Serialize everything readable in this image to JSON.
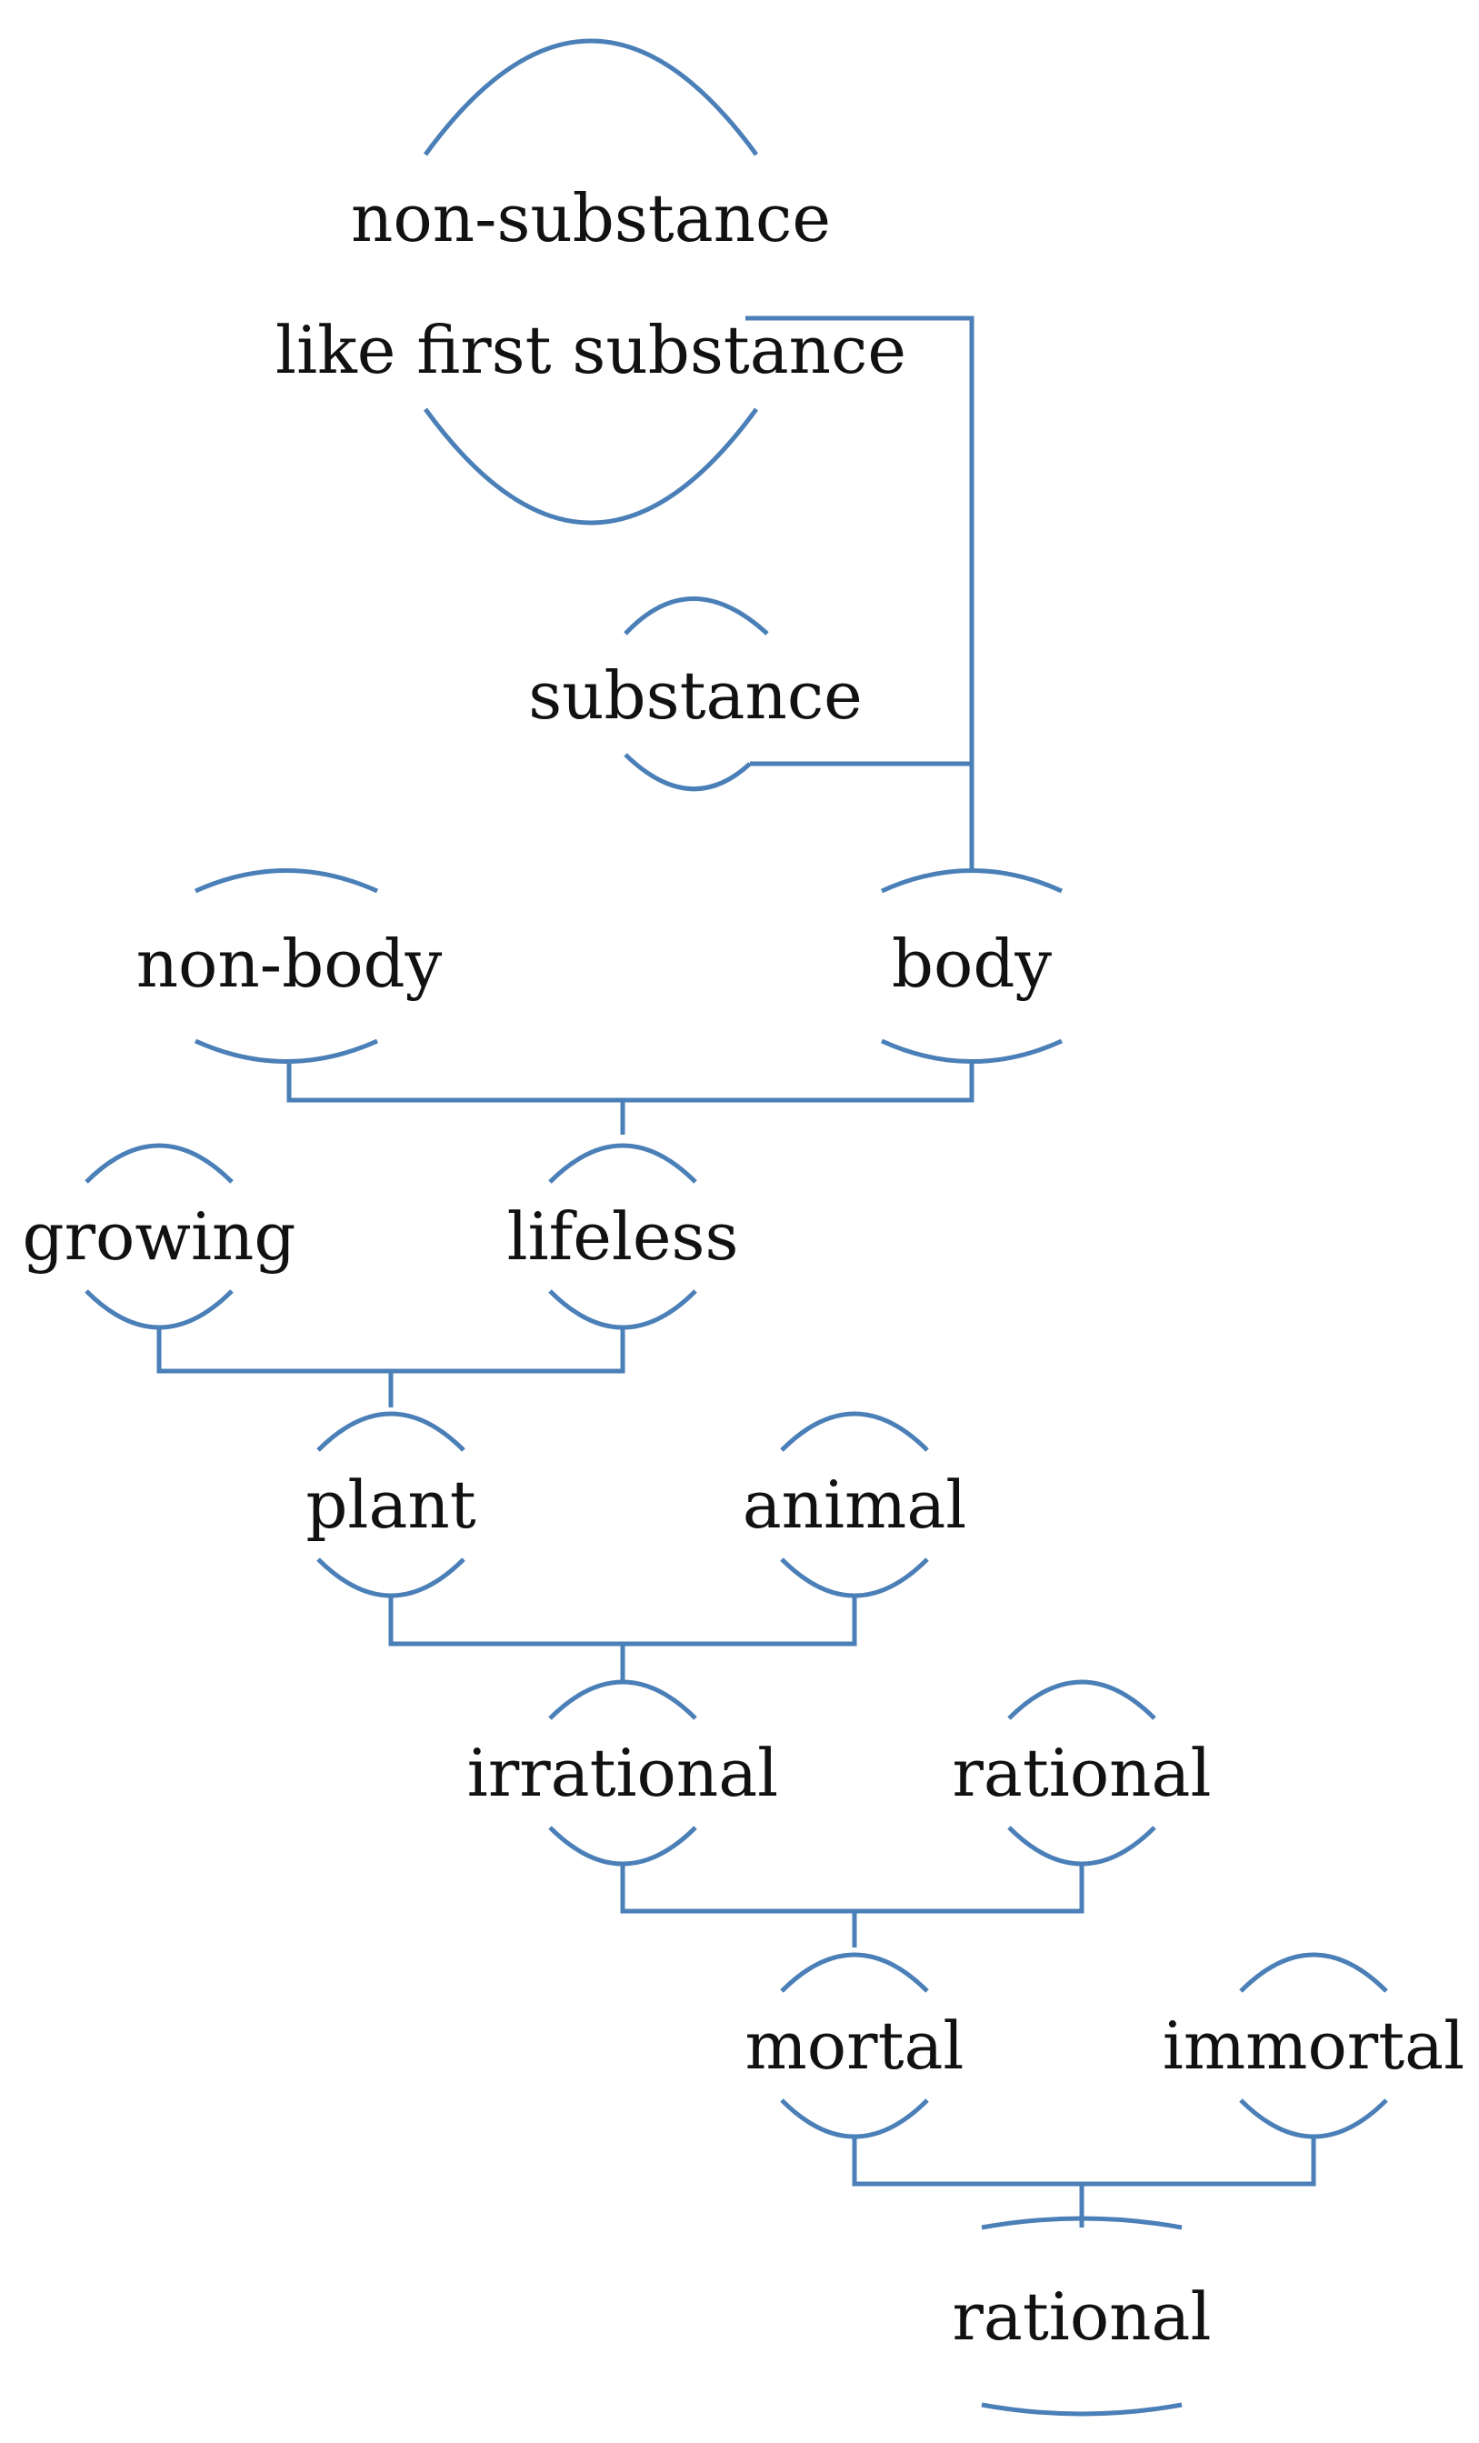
{
  "diagram": {
    "line_color": "#4a7fb7",
    "text_color": "#111111",
    "nodes": {
      "non_substance": "non-substance",
      "like_first_substance": "like first substance",
      "substance": "substance",
      "non_body": "non-body",
      "body": "body",
      "growing": "growing",
      "lifeless": "lifeless",
      "plant": "plant",
      "animal": "animal",
      "irrational": "irrational",
      "rational": "rational",
      "mortal": "mortal",
      "immortal": "immortal",
      "rational_bottom": "rational"
    }
  }
}
